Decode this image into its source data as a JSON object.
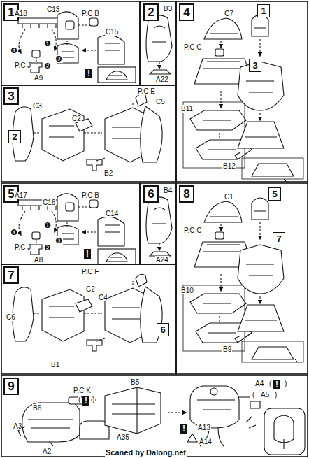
{
  "diagram": {
    "nodes": [
      {
        "text": [
          "1"
        ]
      },
      {
        "text": [
          "!"
        ]
      },
      {
        "text": [
          "2"
        ]
      },
      {
        "text": [
          "4"
        ]
      },
      {
        "text": [
          "1"
        ]
      },
      {
        "text": [
          "3"
        ]
      },
      {
        "text": [
          "3"
        ]
      },
      {
        "text": [
          "2"
        ]
      },
      {
        "text": [
          "5"
        ]
      },
      {
        "text": [
          "!"
        ]
      },
      {
        "text": [
          "6"
        ]
      },
      {
        "text": [
          "8"
        ]
      },
      {
        "text": [
          "5"
        ]
      },
      {
        "text": [
          "7"
        ]
      },
      {
        "text": [
          "7"
        ]
      },
      {
        "text": [
          "6"
        ]
      },
      {
        "text": [
          "9"
        ]
      },
      {
        "text": [
          "!"
        ]
      },
      {
        "text": [
          "!"
        ]
      },
      {
        "text": [
          "!"
        ]
      }
    ],
    "labels": [
      "A18",
      "C13",
      "P.C B",
      "C15",
      "❹",
      "❶",
      "❸",
      "❷",
      "P.C J",
      "A9",
      "B3",
      "A22",
      "C7",
      "P.C C",
      "B11",
      "B12",
      "P.C E",
      "C5",
      "C3",
      "C2",
      "B2",
      "A17",
      "C16",
      "P.C B",
      "C14",
      "❹",
      "❶",
      "❸",
      "❷",
      "P.C J",
      "A8",
      "B4",
      "A24",
      "C1",
      "P.C C",
      "B10",
      "B9",
      "P.C F",
      "C2",
      "C4",
      "C6",
      "B1",
      "P.C K",
      "(",
      ")",
      "B5",
      "B6",
      "A3",
      "A2",
      "A35",
      "A4",
      "(",
      ")",
      "(",
      "A5",
      ")",
      "A13",
      "A14",
      "Scaned by Dalong.net"
    ]
  }
}
